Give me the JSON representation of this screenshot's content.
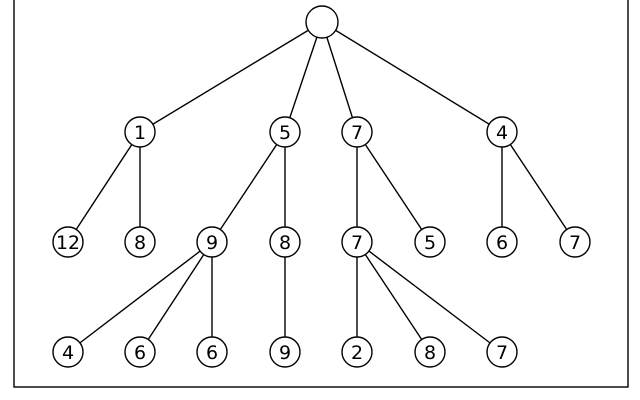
{
  "tree": {
    "nodes": [
      {
        "id": "root",
        "label": ""
      },
      {
        "id": "a",
        "label": "1"
      },
      {
        "id": "b",
        "label": "5"
      },
      {
        "id": "c",
        "label": "7"
      },
      {
        "id": "d",
        "label": "4"
      },
      {
        "id": "a1",
        "label": "12"
      },
      {
        "id": "a2",
        "label": "8"
      },
      {
        "id": "b1",
        "label": "9"
      },
      {
        "id": "b2",
        "label": "8"
      },
      {
        "id": "c1",
        "label": "7"
      },
      {
        "id": "c2",
        "label": "5"
      },
      {
        "id": "d1",
        "label": "6"
      },
      {
        "id": "d2",
        "label": "7"
      },
      {
        "id": "b1a",
        "label": "4"
      },
      {
        "id": "b1b",
        "label": "6"
      },
      {
        "id": "b1c",
        "label": "6"
      },
      {
        "id": "b2a",
        "label": "9"
      },
      {
        "id": "c1a",
        "label": "2"
      },
      {
        "id": "c1b",
        "label": "8"
      },
      {
        "id": "c1c",
        "label": "7"
      }
    ],
    "edges": [
      [
        "root",
        "a"
      ],
      [
        "root",
        "b"
      ],
      [
        "root",
        "c"
      ],
      [
        "root",
        "d"
      ],
      [
        "a",
        "a1"
      ],
      [
        "a",
        "a2"
      ],
      [
        "b",
        "b1"
      ],
      [
        "b",
        "b2"
      ],
      [
        "c",
        "c1"
      ],
      [
        "c",
        "c2"
      ],
      [
        "d",
        "d1"
      ],
      [
        "d",
        "d2"
      ],
      [
        "b1",
        "b1a"
      ],
      [
        "b1",
        "b1b"
      ],
      [
        "b1",
        "b1c"
      ],
      [
        "b2",
        "b2a"
      ],
      [
        "c1",
        "c1a"
      ],
      [
        "c1",
        "c1b"
      ],
      [
        "c1",
        "c1c"
      ]
    ]
  }
}
